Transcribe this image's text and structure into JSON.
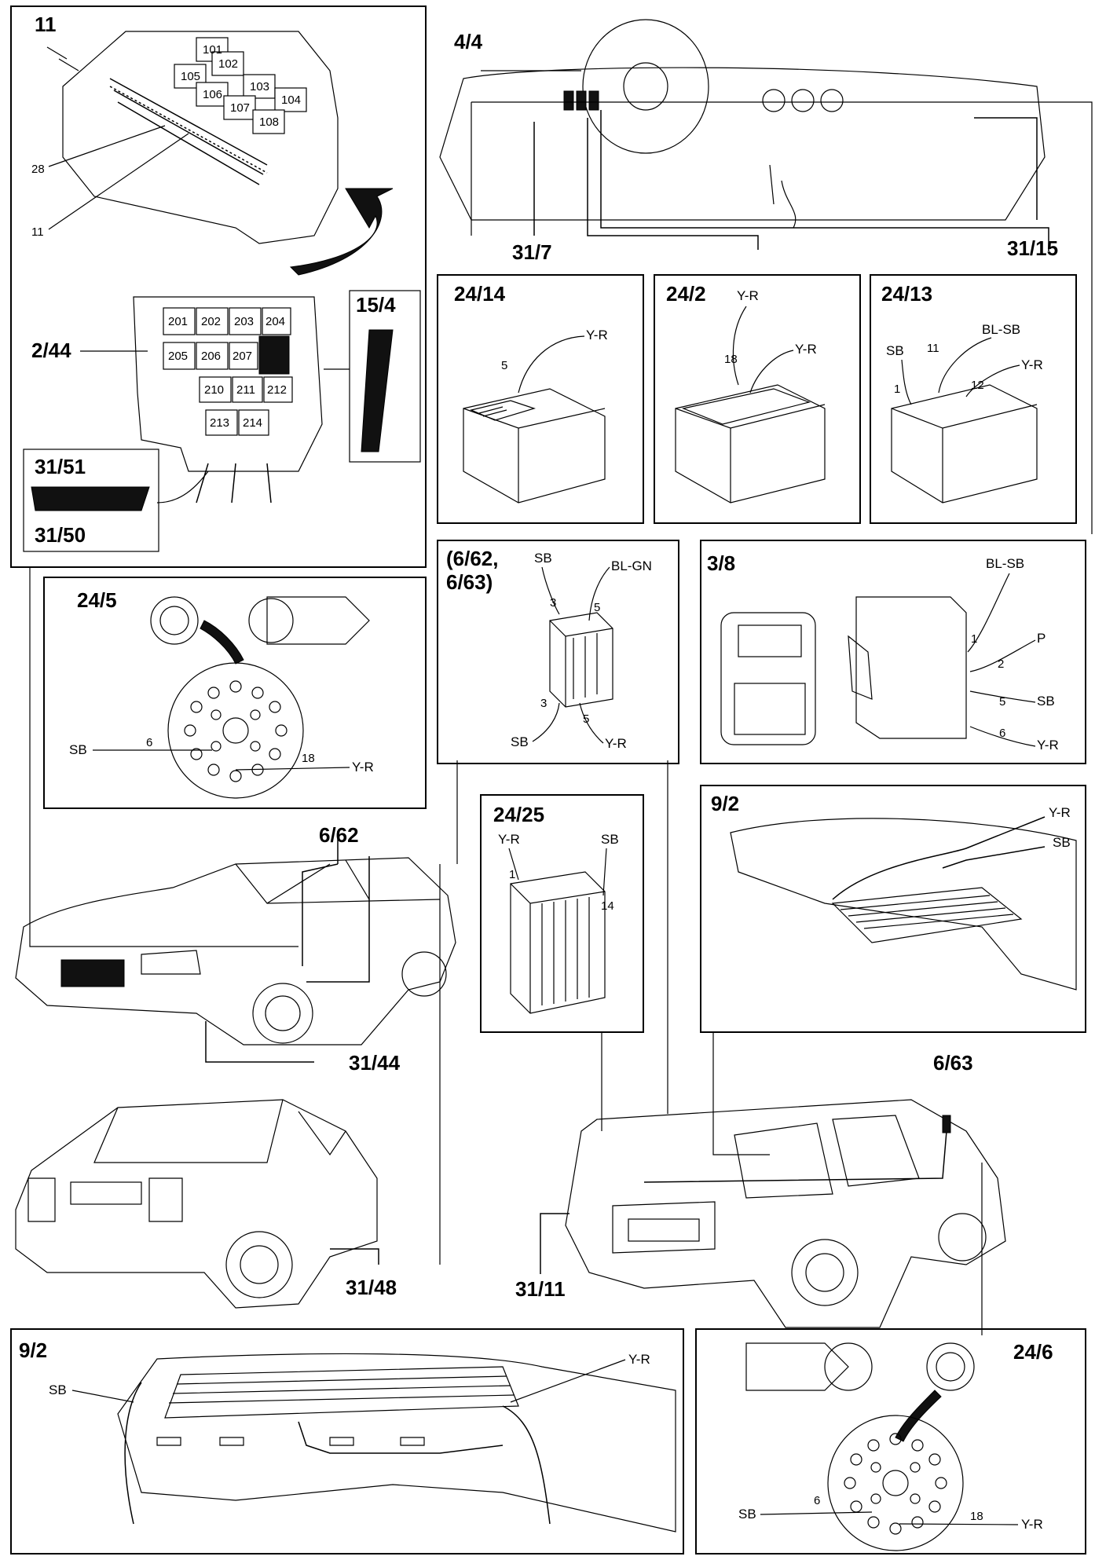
{
  "panels": {
    "p11": {
      "label": "11",
      "callouts": [
        "28",
        "11"
      ],
      "relays": [
        "101",
        "102",
        "103",
        "104",
        "105",
        "106",
        "107",
        "108"
      ]
    },
    "p244": {
      "label": "2/44",
      "relays": [
        "201",
        "202",
        "203",
        "204",
        "205",
        "206",
        "207",
        "210",
        "211",
        "212",
        "213",
        "214"
      ]
    },
    "p154": {
      "label": "15/4"
    },
    "p3151": {
      "label": "31/51"
    },
    "p3150": {
      "label": "31/50"
    },
    "p44": {
      "label": "4/4"
    },
    "p317": {
      "label": "31/7"
    },
    "p3115": {
      "label": "31/15"
    },
    "p2414": {
      "label": "24/14",
      "wire": "Y-R",
      "pin": "5"
    },
    "p242": {
      "label": "24/2",
      "wire1": "Y-R",
      "pin1": "18",
      "wire2": "Y-R"
    },
    "p2413": {
      "label": "24/13",
      "w_sb": "SB",
      "w_blsb": "BL-SB",
      "w_yr": "Y-R",
      "pin1": "1",
      "pin11": "11",
      "pin12": "12"
    },
    "p245": {
      "label": "24/5",
      "w_sb": "SB",
      "w_yr": "Y-R",
      "pin6": "6",
      "pin18": "18"
    },
    "p662": {
      "label_line1": "(6/62,",
      "label_line2": "6/63)",
      "w_sb_top": "SB",
      "w_blgn": "BL-GN",
      "pin3_top": "3",
      "pin5_top": "5",
      "pin3_bot": "3",
      "pin5_bot": "5",
      "w_sb_bot": "SB",
      "w_yr": "Y-R"
    },
    "p38": {
      "label": "3/8",
      "w_blsb": "BL-SB",
      "w_p": "P",
      "w_sb": "SB",
      "w_yr": "Y-R",
      "pin1": "1",
      "pin2": "2",
      "pin5": "5",
      "pin6": "6"
    },
    "p6_62": {
      "label": "6/62"
    },
    "p2425": {
      "label": "24/25",
      "w_yr": "Y-R",
      "w_sb": "SB",
      "pin1": "1",
      "pin14": "14"
    },
    "p92a": {
      "label": "9/2",
      "w_yr": "Y-R",
      "w_sb": "SB"
    },
    "p3144": {
      "label": "31/44"
    },
    "p663": {
      "label": "6/63"
    },
    "p3148": {
      "label": "31/48"
    },
    "p3111": {
      "label": "31/11"
    },
    "p92b": {
      "label": "9/2",
      "w_sb": "SB",
      "w_yr": "Y-R"
    },
    "p246": {
      "label": "24/6",
      "w_sb": "SB",
      "w_yr": "Y-R",
      "pin6": "6",
      "pin18": "18"
    }
  }
}
